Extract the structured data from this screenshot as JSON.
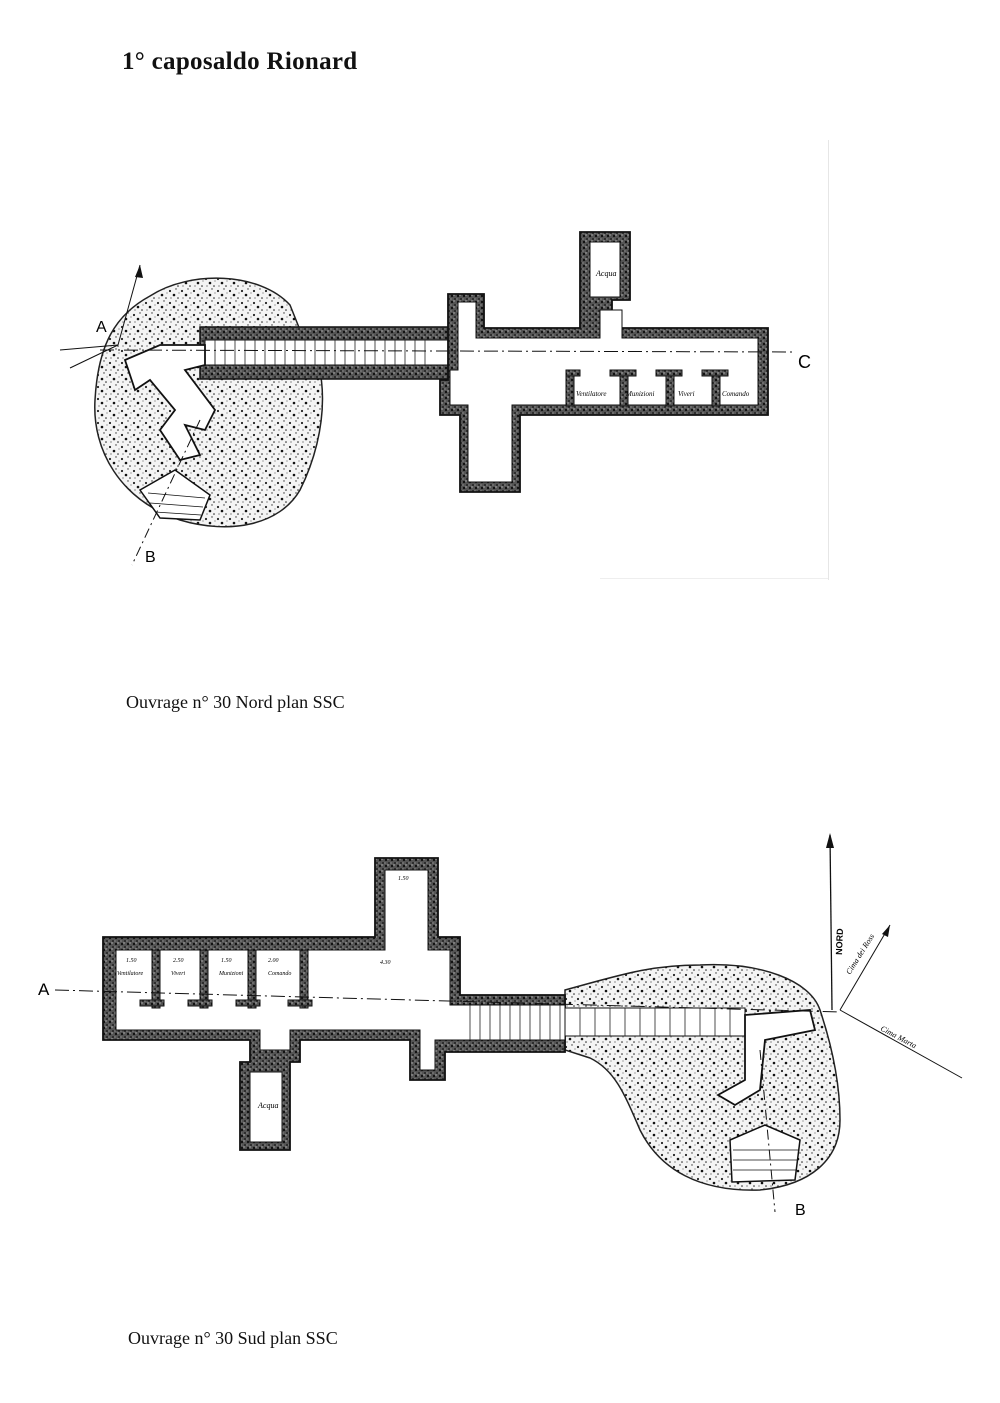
{
  "page": {
    "title": "1° caposaldo Rionard"
  },
  "north_plan": {
    "caption": "Ouvrage n° 30 Nord plan SSC",
    "labels": {
      "point_a": "A",
      "point_b": "B",
      "point_c": "C",
      "room_water": "Acqua",
      "room_1": "Ventilatore",
      "room_2": "Munizioni",
      "room_3": "Viveri",
      "room_4": "Comando"
    }
  },
  "south_plan": {
    "caption": "Ouvrage n° 30 Sud plan SSC",
    "labels": {
      "point_a": "A",
      "point_b": "B",
      "north_arrow": "NORD",
      "ref_1": "Cima dei Ross",
      "ref_2": "Cima Marta",
      "room_water": "Acqua",
      "room_1": "Ventilatore",
      "room_2": "Viveri",
      "room_3": "Munizioni",
      "room_4": "Comando",
      "dim_1": "1.50",
      "dim_2": "2.50",
      "dim_3": "1.50",
      "dim_4": "2.00",
      "dim_5": "4.30",
      "dim_6": "1.50"
    }
  }
}
